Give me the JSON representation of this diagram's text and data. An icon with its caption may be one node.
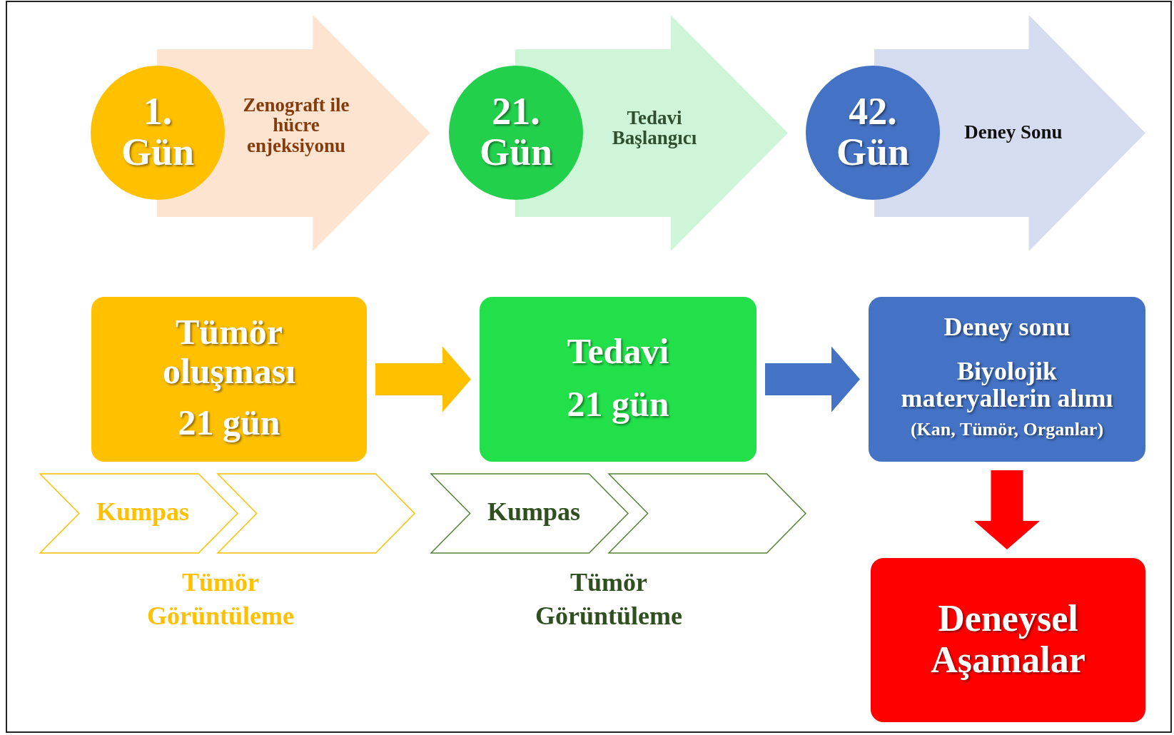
{
  "diagram": {
    "nodes": [
      {
        "text": [
          "1. Gün"
        ]
      },
      {
        "text": [
          "Zenograft ile hücre enjeksiyonu"
        ]
      },
      {
        "text": [
          "21. Gün"
        ]
      },
      {
        "text": [
          "Tedavi Başlangıcı"
        ]
      },
      {
        "text": [
          "42. Gün"
        ]
      },
      {
        "text": [
          "Deney Sonu"
        ]
      },
      {
        "text": [
          "Tümör oluşması",
          "21 gün"
        ]
      },
      {
        "text": [
          "Tedavi",
          "21 gün"
        ]
      },
      {
        "text": [
          "Deney sonu",
          "Biyolojik materyallerin alımı",
          "(Kan, Tümör,  Organlar)"
        ]
      },
      {
        "text": [
          "Kumpas"
        ]
      },
      {
        "text": [],
        "shape": "chevron"
      },
      {
        "text": [
          "Kumpas"
        ]
      },
      {
        "text": [],
        "shape": "chevron"
      },
      {
        "text": [
          "Deneysel Aşamalar"
        ]
      }
    ],
    "edges": [
      {
        "from": 6,
        "to": 7,
        "arrow": "to",
        "color": "#ffc000"
      },
      {
        "from": 7,
        "to": 8,
        "arrow": "to",
        "color": "#4472c4"
      },
      {
        "from": 8,
        "to": 13,
        "arrow": "to",
        "color": "#ff0000"
      }
    ],
    "labels": [
      "Tümör Görüntüleme",
      "Tümör Görüntüleme"
    ]
  }
}
